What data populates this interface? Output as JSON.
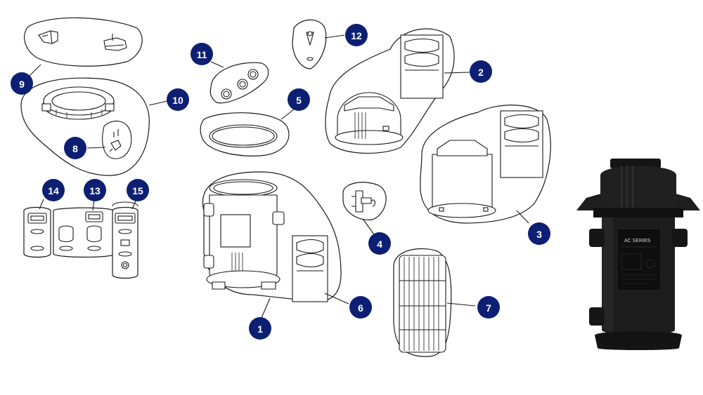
{
  "colors": {
    "badge": "#0d1f73",
    "badge_text": "#ffffff",
    "outline": "#1a1a1a",
    "product_body": "#1c1c1c"
  },
  "badges": [
    "1",
    "2",
    "3",
    "4",
    "5",
    "6",
    "7",
    "8",
    "9",
    "10",
    "11",
    "12",
    "13",
    "14",
    "15"
  ],
  "product_label": {
    "title": "AC SERIES"
  }
}
